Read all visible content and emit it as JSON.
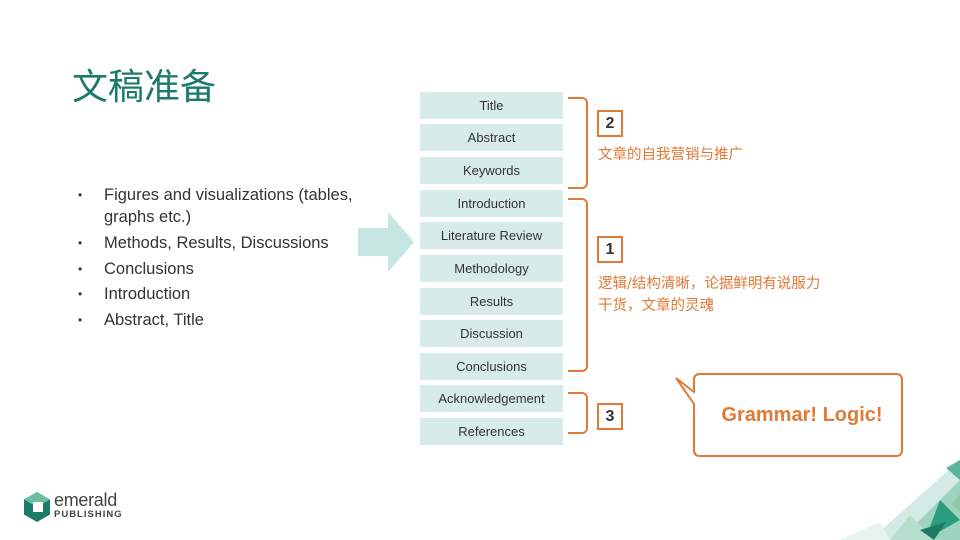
{
  "title": "文稿准备",
  "bullets": [
    "Figures and visualizations (tables, graphs etc.)",
    "Methods, Results, Discussions",
    "Conclusions",
    "Introduction",
    "Abstract, Title"
  ],
  "bullet_char": "•",
  "sections": [
    "Title",
    "Abstract",
    "Keywords",
    "Introduction",
    "Literature Review",
    "Methodology",
    "Results",
    "Discussion",
    "Conclusions",
    "Acknowledgement",
    "References"
  ],
  "groups": [
    {
      "number": "2",
      "note_lines": [
        "文章的自我营销与推广"
      ]
    },
    {
      "number": "1",
      "note_lines": [
        "逻辑/结构清晰，论据鲜明有说服力",
        "干货，文章的灵魂"
      ]
    },
    {
      "number": "3"
    }
  ],
  "callout": "Grammar!  Logic!",
  "logo": {
    "line1": "emerald",
    "line2": "PUBLISHING"
  },
  "colors": {
    "title": "#1b7a6a",
    "accent": "#e07a36",
    "box": "#d7ebe9",
    "arrow": "#c6e6e2"
  }
}
